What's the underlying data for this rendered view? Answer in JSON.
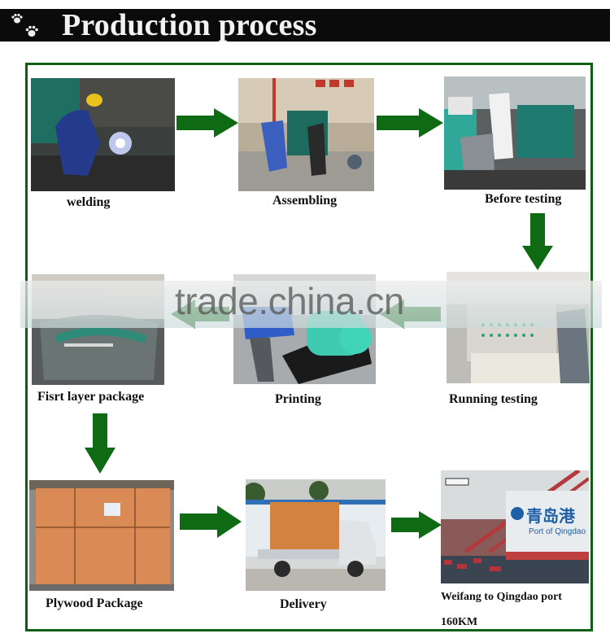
{
  "header": {
    "title": "Production process",
    "icon": "paw-prints-icon",
    "background": "#0b0b0b",
    "text_color": "#f2f2f2"
  },
  "theme": {
    "frame_color": "#0f5e16",
    "arrow_color": "#0e6b14"
  },
  "steps": [
    {
      "label": "welding",
      "image": "worker-welding-photo"
    },
    {
      "label": "Assembling",
      "image": "generator-assembly-photo"
    },
    {
      "label": "Before testing",
      "image": "generator-control-panel-photo"
    },
    {
      "label": "Running testing",
      "image": "test-control-cabinet-photo"
    },
    {
      "label": "Printing",
      "image": "generator-painting-photo"
    },
    {
      "label": "Fisrt layer package",
      "image": "plastic-wrapped-generator-photo"
    },
    {
      "label": "Plywood Package",
      "image": "plywood-crate-photo"
    },
    {
      "label": "Delivery",
      "image": "truck-with-crate-photo"
    },
    {
      "label": "Weifang to Qingdao port",
      "sublabel": "160KM",
      "image": "qingdao-port-photo"
    }
  ],
  "port_sign": {
    "chinese": "青岛港",
    "english": "Port of Qingdao"
  },
  "watermark": "trade.china.cn"
}
